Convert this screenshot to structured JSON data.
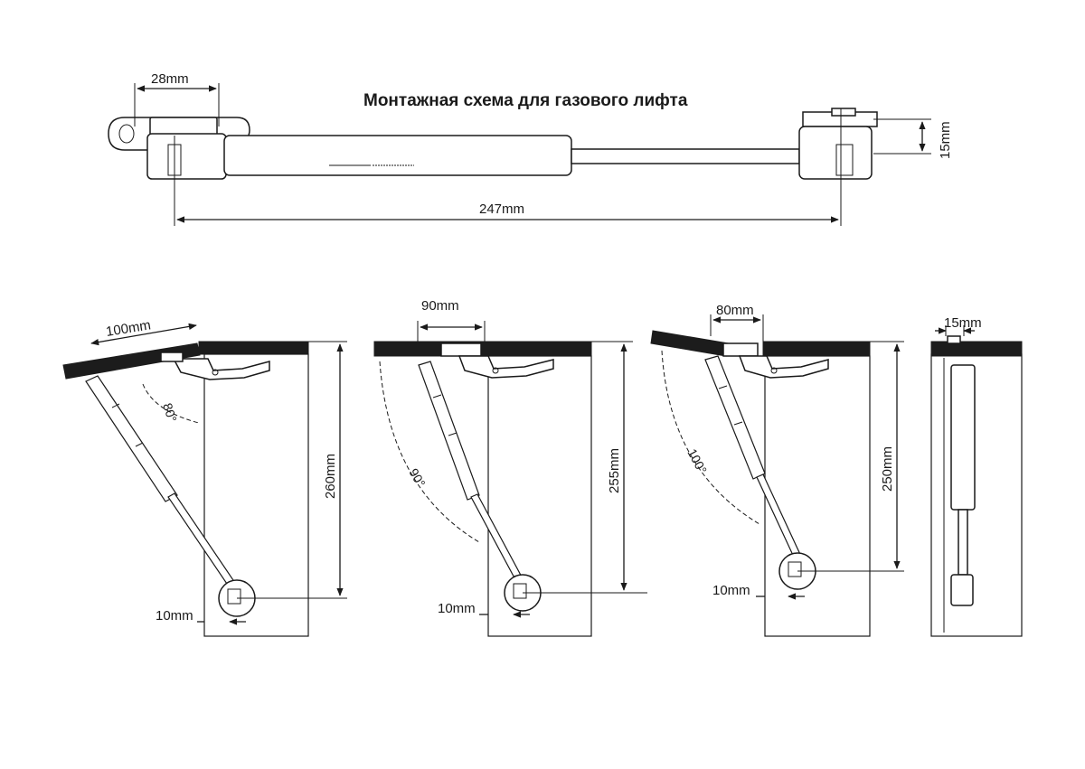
{
  "title": "Монтажная схема для газового лифта",
  "top_view": {
    "bracket_width": "28mm",
    "total_length": "247mm",
    "height": "15mm"
  },
  "views": [
    {
      "top_offset": "100mm",
      "angle": "80°",
      "height": "260mm",
      "bottom_offset": "10mm"
    },
    {
      "top_offset": "90mm",
      "angle": "90°",
      "height": "255mm",
      "bottom_offset": "10mm"
    },
    {
      "top_offset": "80mm",
      "angle": "100°",
      "height": "250mm",
      "bottom_offset": "10mm"
    }
  ],
  "side_view": {
    "width": "15mm"
  }
}
